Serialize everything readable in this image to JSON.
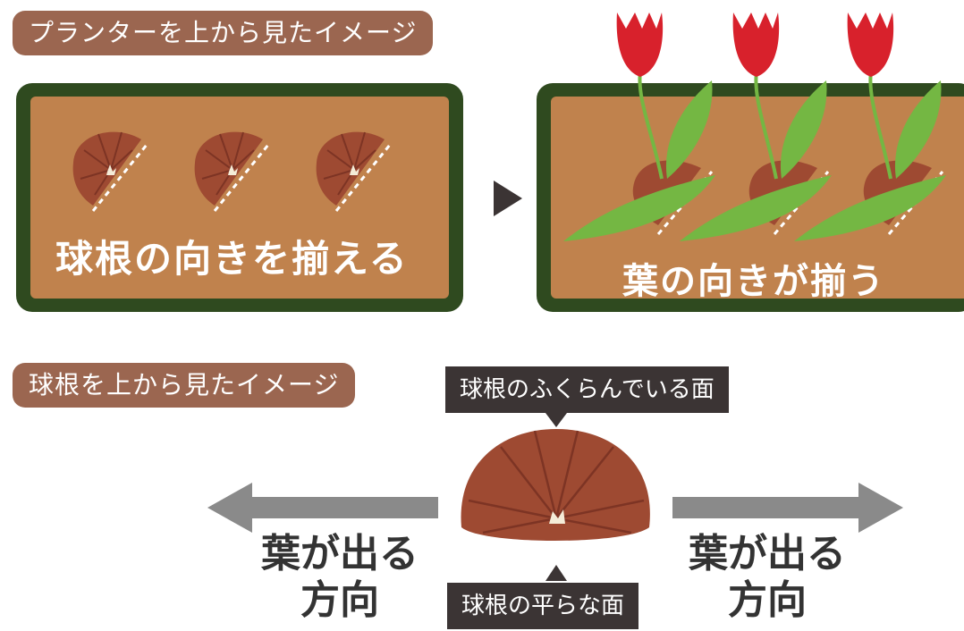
{
  "sections": {
    "planter_top_view_label": "プランターを上から見たイメージ",
    "bulb_top_view_label": "球根を上から見たイメージ"
  },
  "planter_left": {
    "caption": "球根の向きを揃える",
    "bulb_count": 3
  },
  "planter_right": {
    "caption": "葉の向きが揃う",
    "tulip_count": 3
  },
  "bulb_detail": {
    "top_callout": "球根のふくらんでいる面",
    "bottom_callout": "球根の平らな面",
    "left_direction": {
      "line1": "葉が出る",
      "line2": "方向"
    },
    "right_direction": {
      "line1": "葉が出る",
      "line2": "方向"
    }
  },
  "colors": {
    "label_bg": "#9b6650",
    "planter_frame": "#2f4a1f",
    "soil": "#c0824d",
    "bulb": "#9e4a32",
    "tulip_red": "#d8212c",
    "leaf_green": "#74b743",
    "arrow_gray": "#8a8a8a",
    "callout_bg": "#3b3434"
  }
}
